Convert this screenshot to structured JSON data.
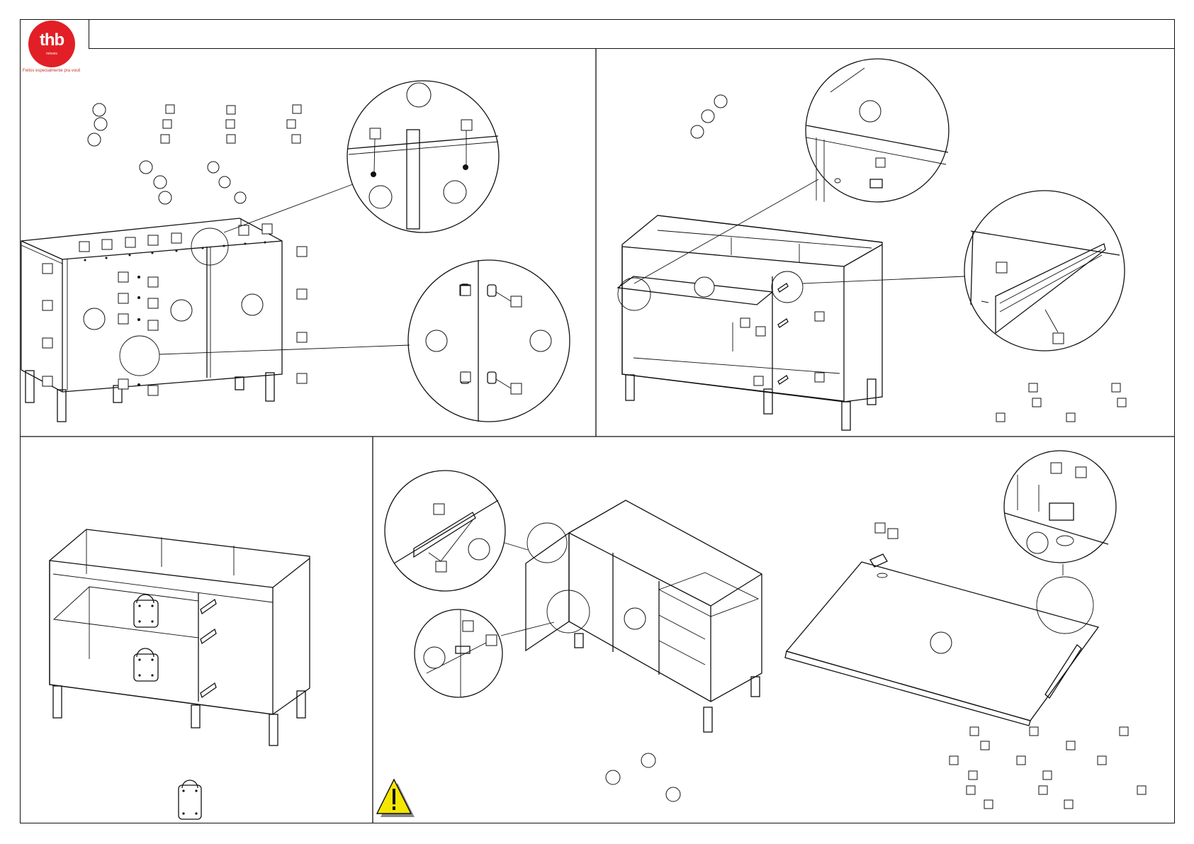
{
  "brand": {
    "logo_text": "thb",
    "logo_sub": "móveis",
    "tagline": "Feitos especialmente pra você",
    "color": "#e21f26"
  },
  "header": {
    "title": ""
  },
  "icons": {
    "warning": "warning-triangle-icon",
    "lock": "lock-icon"
  },
  "colors": {
    "line": "#111111",
    "warning_fill": "#f5e600"
  }
}
